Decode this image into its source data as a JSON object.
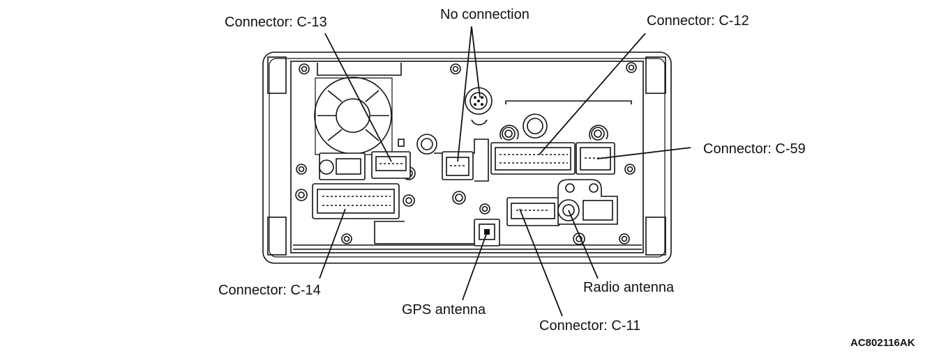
{
  "labels": {
    "c13": "Connector: C-13",
    "no_connection": "No connection",
    "c12": "Connector: C-12",
    "c59": "Connector: C-59",
    "c14": "Connector: C-14",
    "gps": "GPS antenna",
    "radio": "Radio antenna",
    "c11": "Connector: C-11"
  },
  "figure_code": "AC802116AK"
}
